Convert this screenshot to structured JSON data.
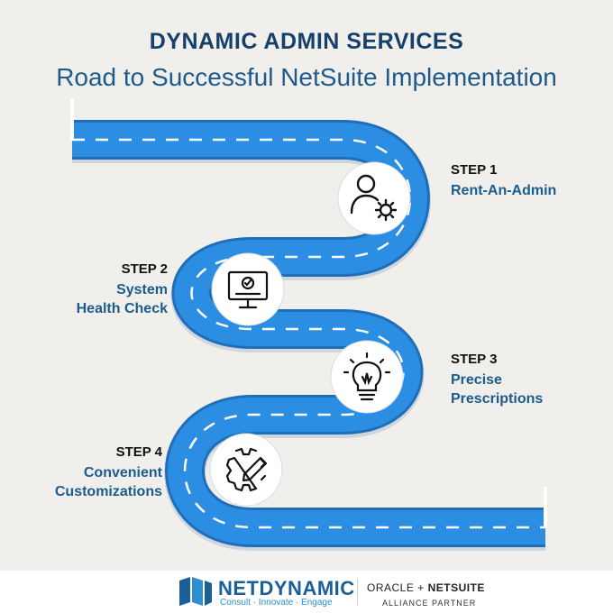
{
  "header": {
    "title": "DYNAMIC ADMIN SERVICES",
    "subtitle": "Road to Successful NetSuite Implementation"
  },
  "steps": [
    {
      "number": "STEP 1",
      "name": "Rent-An-Admin",
      "icon": "person-gear-icon"
    },
    {
      "number": "STEP 2",
      "name": "System Health Check",
      "icon": "monitor-check-icon"
    },
    {
      "number": "STEP 3",
      "name": "Precise Prescriptions",
      "icon": "lightbulb-icon"
    },
    {
      "number": "STEP 4",
      "name": "Convenient Customizations",
      "icon": "gear-pencil-icon"
    }
  ],
  "footer": {
    "brand_name": "NETDYNAMIC",
    "tagline": "Consult · Innovate · Engage",
    "partner_oracle": "ORACLE",
    "partner_plus": "+",
    "partner_netsuite": "NETSUITE",
    "partner_label": "ALLIANCE PARTNER"
  },
  "colors": {
    "road": "#2b8ee3",
    "road_edge": "#1f6fb8",
    "title": "#15406a",
    "step_name": "#1a5c8c"
  }
}
